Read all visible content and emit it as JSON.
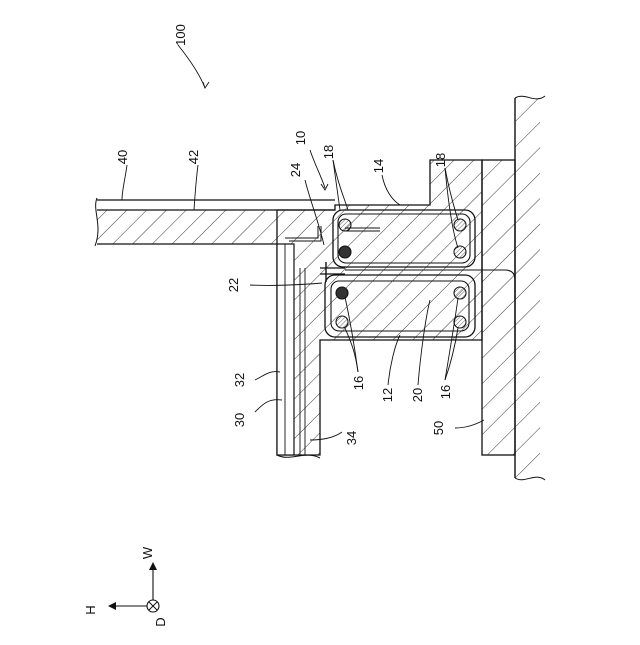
{
  "labels": {
    "fig": "100",
    "l10": "10",
    "l12": "12",
    "l14": "14",
    "l16a": "16",
    "l16b": "16",
    "l18a": "18",
    "l18b": "18",
    "l20": "20",
    "l22": "22",
    "l24": "24",
    "l30": "30",
    "l32": "32",
    "l34": "34",
    "l40": "40",
    "l42": "42",
    "l50": "50"
  },
  "axes": {
    "w": "W",
    "h": "H",
    "d": "D"
  }
}
